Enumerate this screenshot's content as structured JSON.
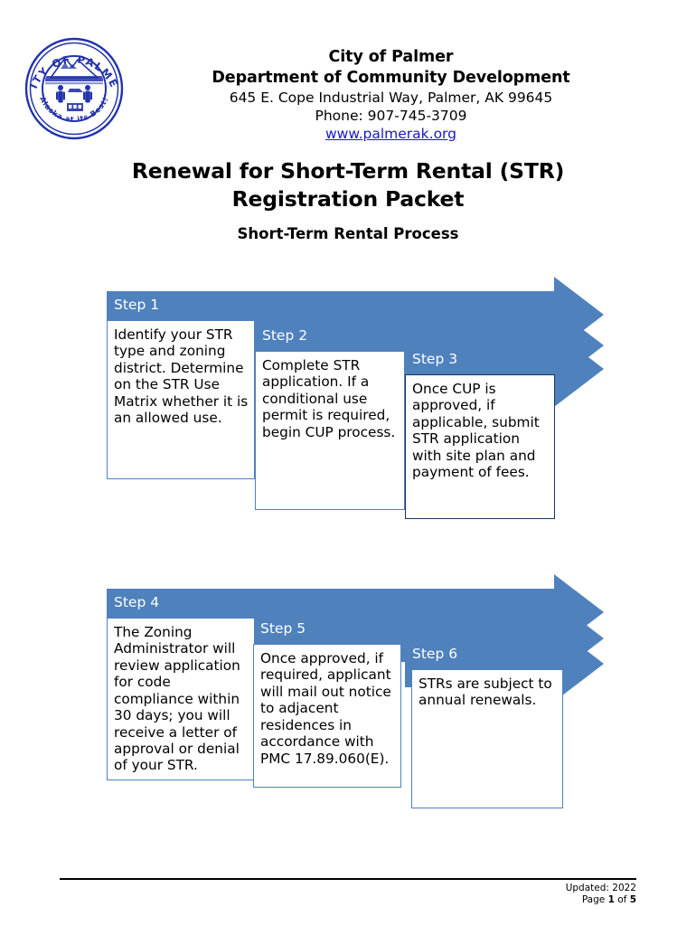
{
  "letterhead": {
    "seal_icon": "city-of-palmer-seal",
    "seal_outer_text_top": "CITY OF PALMER",
    "seal_outer_text_bottom": "\"Alaska at its Best!\"",
    "org_name": "City of Palmer",
    "department": "Department of Community Development",
    "address": "645 E. Cope Industrial Way, Palmer, AK 99645",
    "phone": "Phone: 907-745-3709",
    "website": "www.palmerak.org",
    "link_color": "#1818C8"
  },
  "title": {
    "main": "Renewal for Short-Term Rental (STR) Registration Packet",
    "subtitle": "Short-Term Rental Process"
  },
  "process": {
    "accent_color": "#4F81BD",
    "dark_border_color": "#17365D",
    "groups": [
      {
        "name": "steps-1-3",
        "steps": [
          {
            "label": "Step 1",
            "text": "Identify your STR type and zoning district. Determine on the STR Use Matrix whether it is an allowed use."
          },
          {
            "label": "Step 2",
            "text": "Complete STR application. If a conditional use permit is required, begin CUP process."
          },
          {
            "label": "Step 3",
            "text": "Once CUP is approved, if applicable, submit STR application with site plan and payment of fees."
          }
        ]
      },
      {
        "name": "steps-4-6",
        "steps": [
          {
            "label": "Step 4",
            "text": "The Zoning Administrator will review application for code compliance within 30 days; you will receive a letter of approval or denial of your STR."
          },
          {
            "label": "Step 5",
            "text": "Once approved, if required, applicant will mail out notice to adjacent residences in accordance with PMC 17.89.060(E)."
          },
          {
            "label": "Step 6",
            "text": "STRs are subject to annual renewals."
          }
        ]
      }
    ]
  },
  "footer": {
    "updated": "Updated: 2022",
    "page_prefix": "Page ",
    "page_current": "1",
    "page_middle": " of ",
    "page_total": "5"
  }
}
